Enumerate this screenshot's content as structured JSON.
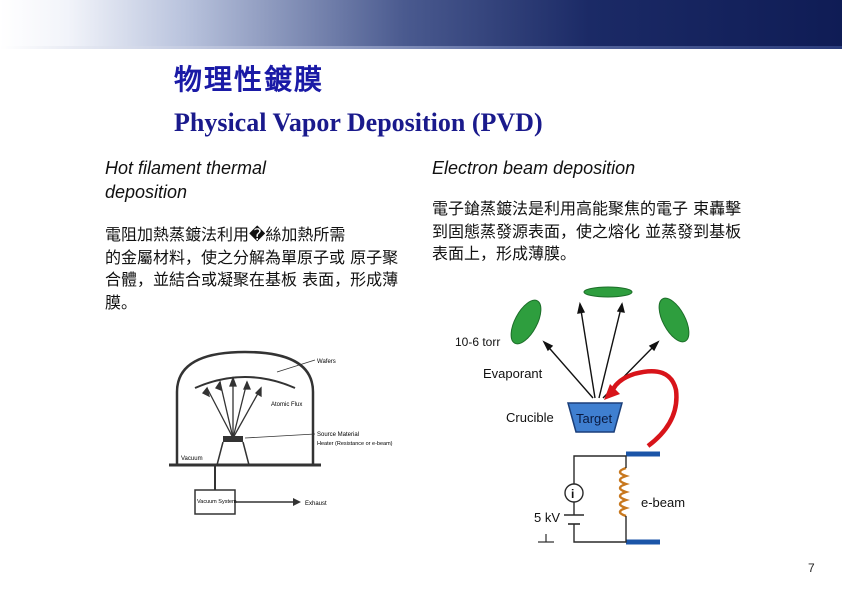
{
  "slide": {
    "title_zh": "物理性鍍膜",
    "title_en": "Physical Vapor Deposition (PVD)",
    "page_number": "7"
  },
  "left": {
    "heading": "Hot filament thermal deposition",
    "body": "電阻加熱蒸鍍法利用�絲加熱所需\n的金屬材料，使之分解為單原子或 原子聚合體，並結合或凝聚在基板 表面，形成薄膜。",
    "diagram_labels": {
      "wafers": "Wafers",
      "atomic_flux": "Atomic Flux",
      "source_material": "Source Material",
      "heater": "Heater (Resistance or e-beam)",
      "vacuum": "Vacuum",
      "vacuum_system": "Vacuum System",
      "exhaust": "Exhaust"
    }
  },
  "right": {
    "heading": "Electron beam deposition",
    "body": "電子鎗蒸鍍法是利用高能聚焦的電子 束轟擊到固態蒸發源表面，使之熔化 並蒸發到基板表面上，形成薄膜。",
    "diagram_labels": {
      "pressure": "10-6 torr",
      "evaporant": "Evaporant",
      "crucible": "Crucible",
      "target": "Target",
      "voltage": "5 kV",
      "ebeam": "e-beam",
      "meter": "i"
    },
    "colors": {
      "substrate": "#2e9e3e",
      "target": "#3f7fd0",
      "beam": "#d8141a",
      "coil": "#c8781e",
      "magnet": "#1b55a8"
    }
  }
}
